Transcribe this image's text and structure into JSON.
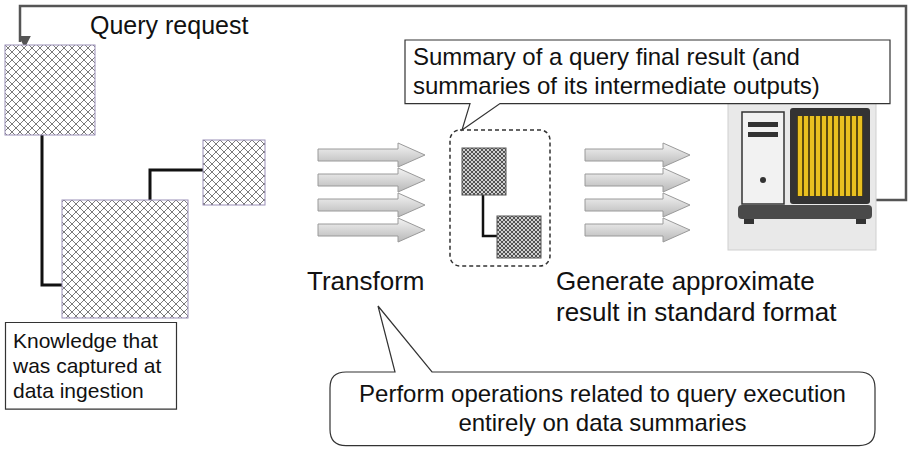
{
  "diagram": {
    "nodes": [
      {
        "text": [
          "Summary of a query final result (and summaries of its intermediate outputs)"
        ]
      },
      {
        "text": [
          "Knowledge that was captured at data ingestion"
        ]
      },
      {
        "text": [
          "Perform operations related to query execution entirely on data summaries"
        ]
      }
    ],
    "labels": [
      "Query request",
      "Transform",
      "Generate approximate result in standard format"
    ]
  }
}
